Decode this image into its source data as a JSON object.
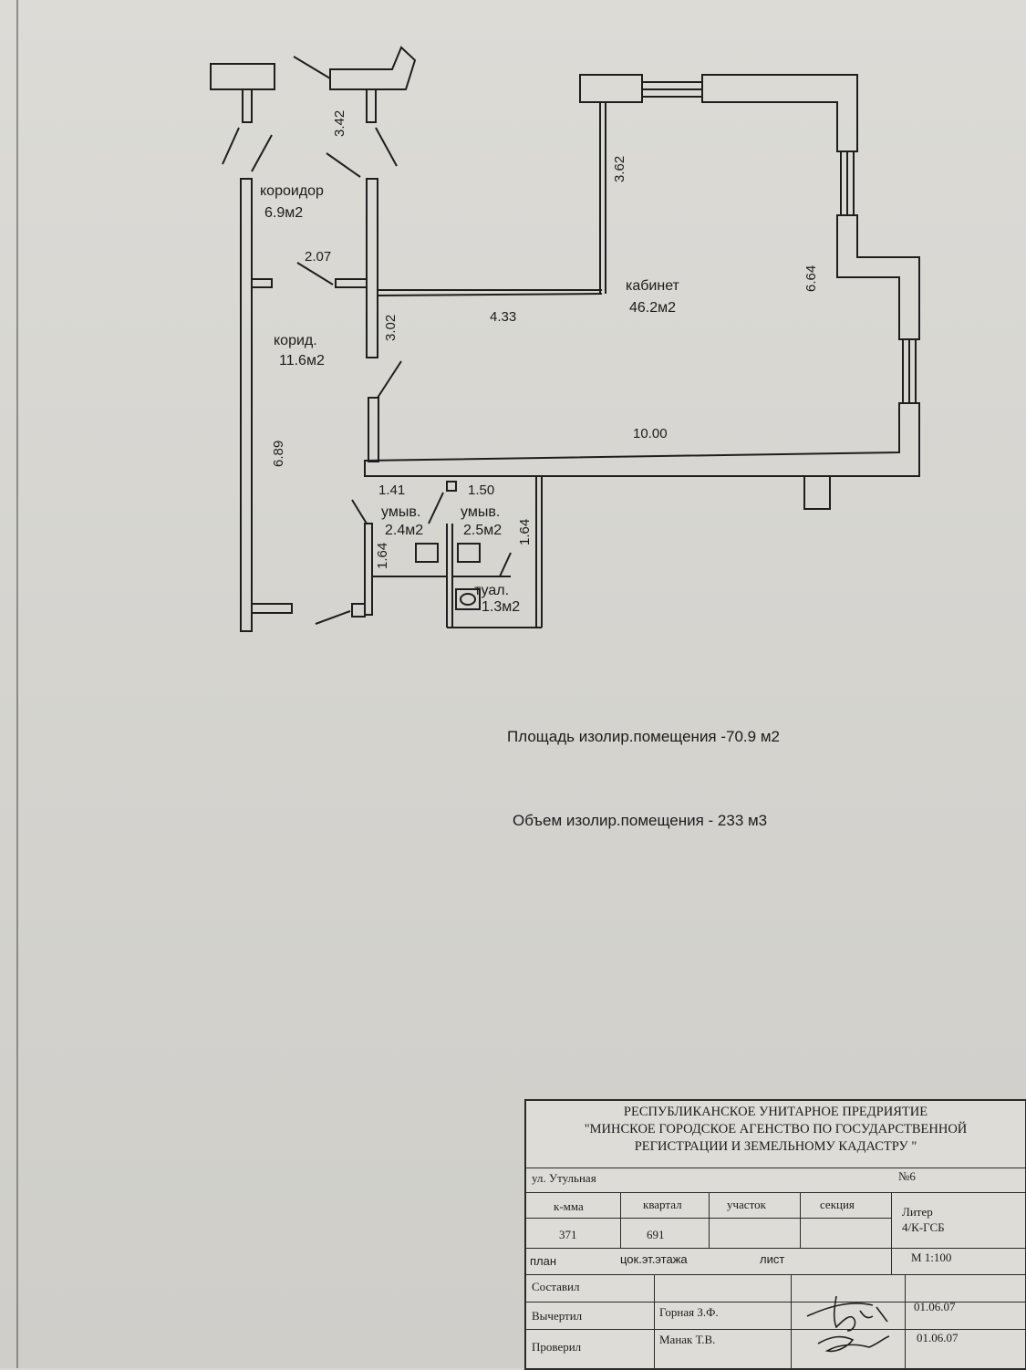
{
  "plan": {
    "rooms": [
      {
        "name": "короидор",
        "area": "6.9м2"
      },
      {
        "name": "корид.",
        "area": "11.6м2"
      },
      {
        "name": "кабинет",
        "area": "46.2м2"
      },
      {
        "name": "умыв.",
        "area": "2.4м2"
      },
      {
        "name": "умыв.",
        "area": "2.5м2"
      },
      {
        "name": "туал.",
        "area": "1.3м2"
      }
    ],
    "dimensions": {
      "d342": "3.42",
      "d362": "3.62",
      "d207": "2.07",
      "d433": "4.33",
      "d302": "3.02",
      "d664": "6.64",
      "d1000": "10.00",
      "d689": "6.89",
      "d141": "1.41",
      "d150": "1.50",
      "d164a": "1.64",
      "d164b": "1.64"
    }
  },
  "summary": {
    "area_text": "Площадь изолир.помещения -70.9 м2",
    "volume_text": "Объем изолир.помещения - 233 м3"
  },
  "stamp": {
    "org_line1": "РЕСПУБЛИКАНСКОЕ УНИТАРНОЕ ПРЕДРИЯТИЕ",
    "org_line2": "\"МИНСКОЕ ГОРОДСКОЕ АГЕНСТВО ПО ГОСУДАРСТВЕННОЙ",
    "org_line3": "РЕГИСТРАЦИИ И ЗЕМЕЛЬНОМУ КАДАСТРУ \"",
    "street": "ул.  Утульная",
    "number": "№6",
    "col_kmma": "к-мма",
    "col_kvartal": "квартал",
    "col_uchastok": "участок",
    "col_sektsiya": "секция",
    "col_liter": "Литер",
    "val_kmma": "371",
    "val_kvartal": "691",
    "val_liter": "4/К-ГСБ",
    "plan_label": "план",
    "plan_value": "цок.эт.этажа",
    "sheet_label": "лист",
    "scale": "М 1:100",
    "compiled_label": "Составил",
    "drawn_label": "Вычертил",
    "drawn_name": "Горная З.Ф.",
    "drawn_date": "01.06.07",
    "checked_label": "Проверил",
    "checked_name": "Манак Т.В.",
    "checked_date": "01.06.07"
  }
}
